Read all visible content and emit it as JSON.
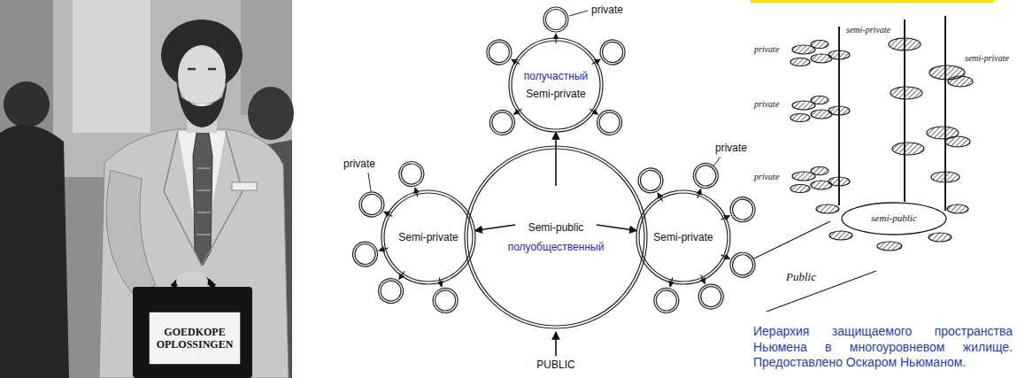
{
  "diagram": {
    "caption": "Иерархия защищаемого пространства Ньюмена в многоуровневом жилище. Предоставлено Оскаром Ньюманом.",
    "nodes": [
      {
        "text": [
          "получастный",
          "Semi-private"
        ]
      },
      {
        "text": [
          "Semi-private"
        ]
      },
      {
        "text": [
          "Semi-public",
          "полуобщественный"
        ]
      },
      {
        "text": [
          "Semi-private"
        ]
      },
      {
        "text": [
          "semi-public"
        ]
      }
    ],
    "edges": [
      {
        "from": 2,
        "to": 0,
        "arrow": "to"
      },
      {
        "from": 2,
        "to": 1,
        "arrow": "to"
      },
      {
        "from": 2,
        "to": 3,
        "arrow": "to"
      }
    ],
    "labels": [
      "GOEDKOPE OPLOSSINGEN",
      "private",
      "private",
      "private",
      "PUBLIC",
      "semi-private",
      "private",
      "semi-private",
      "private",
      "private",
      "Public"
    ]
  }
}
